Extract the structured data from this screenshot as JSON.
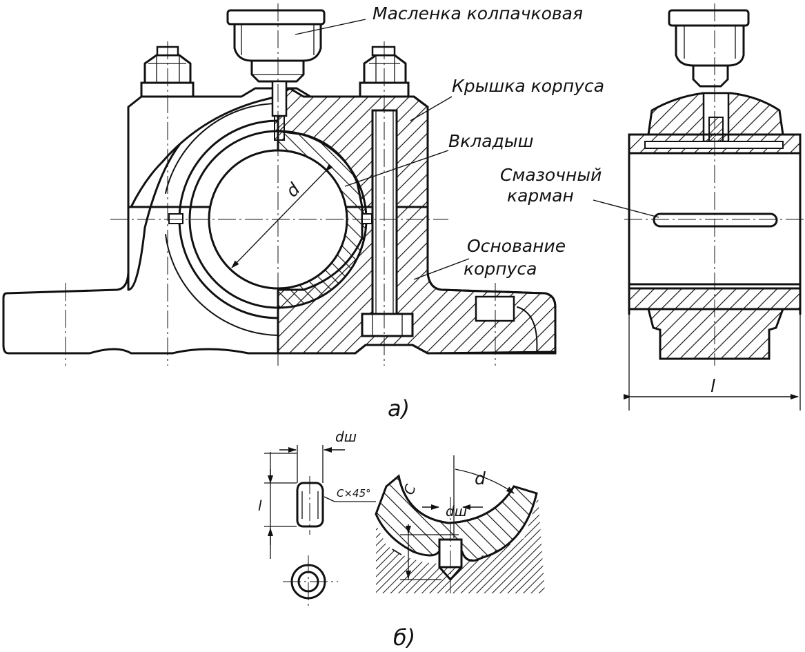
{
  "labels": {
    "oiler": "Масленка колпачковая",
    "cover": "Крышка корпуса",
    "liner": "Вкладыш",
    "pocket_line1": "Смазочный",
    "pocket_line2": "карман",
    "base_line1": "Основание",
    "base_line2": "корпуса"
  },
  "dimensions": {
    "diameter": "d",
    "length": "l",
    "pin_diameter": "dш",
    "pin_length": "l",
    "chamfer": "C×45°",
    "chamfer_c": "C",
    "detail_diameter": "d",
    "detail_pin_diameter": "dш",
    "detail_pin_length": "l"
  },
  "captions": {
    "view_a": "а)",
    "view_b": "б)"
  }
}
